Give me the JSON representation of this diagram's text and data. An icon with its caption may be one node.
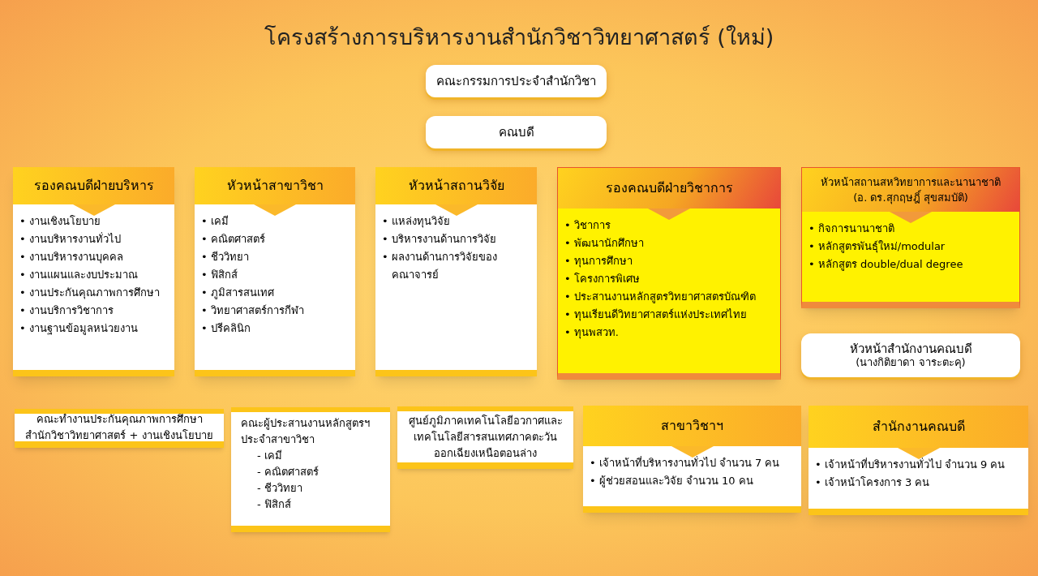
{
  "diagram": {
    "title": "โครงสร้างการบริหารงานสำนักวิชาวิทยาศาสตร์ (ใหม่)",
    "nodes": [
      {
        "text": [
          "คณะกรรมการประจำสำนักวิชา"
        ]
      },
      {
        "text": [
          "คณบดี"
        ]
      },
      {
        "text": [
          "รองคณบดีฝ่ายบริหาร",
          "• งานเชิงนโยบาย",
          "• งานบริหารงานทั่วไป",
          "• งานบริหารงานบุคคล",
          "• งานแผนและงบประมาณ",
          "• งานประกันคุณภาพการศึกษา",
          "• งานบริการวิชาการ",
          "• งานฐานข้อมูลหน่วยงาน"
        ]
      },
      {
        "text": [
          "หัวหน้าสาขาวิชา",
          "• เคมี",
          "• คณิตศาสตร์",
          "• ชีววิทยา",
          "• ฟิสิกส์",
          "• ภูมิสารสนเทศ",
          "• วิทยาศาสตร์การกีฬา",
          "• ปรีคลินิก"
        ]
      },
      {
        "text": [
          "หัวหน้าสถานวิจัย",
          "• แหล่งทุนวิจัย",
          "• บริหารงานด้านการวิจัย",
          "• ผลงานด้านการวิจัยของคณาจารย์"
        ]
      },
      {
        "text": [
          "รองคณบดีฝ่ายวิชาการ",
          "• วิชาการ",
          "• พัฒนานักศึกษา",
          "• ทุนการศึกษา",
          "• โครงการพิเศษ",
          "• ประสานงานหลักสูตรวิทยาศาสตรบัณฑิต",
          "• ทุนเรียนดีวิทยาศาสตร์แห่งประเทศไทย",
          "• ทุนพสวท."
        ]
      },
      {
        "text": [
          "หัวหน้าสถานสหวิทยาการและนานาชาติ",
          "(อ. ดร.สุกฤษฎิ์ สุขสมบัติ)",
          "• กิจการนานาชาติ",
          "• หลักสูตรพันธุ์ใหม่/modular",
          "• หลักสูตร double/dual degree"
        ]
      },
      {
        "text": [
          "หัวหน้าสำนักงานคณบดี",
          "(นางกิติยาดา จาระตะคุ)"
        ]
      },
      {
        "text": [
          "คณะทำงานประกันคุณภาพการศึกษา สำนักวิชาวิทยาศาสตร์ + งานเชิงนโยบาย"
        ]
      },
      {
        "text": [
          "คณะผู้ประสานงานหลักสูตรฯ ประจำสาขาวิชา",
          "- เคมี",
          "- คณิตศาสตร์",
          "- ชีววิทยา",
          "- ฟิสิกส์"
        ]
      },
      {
        "text": [
          "ศูนย์ภูมิภาคเทคโนโลยีอวกาศและเทคโนโลยีสารสนเทศภาคตะวันออกเฉียงเหนือตอนล่าง"
        ]
      },
      {
        "text": [
          "สาขาวิชาฯ",
          "• เจ้าหน้าที่บริหารงานทั่วไป จำนวน 7 คน",
          "• ผู้ช่วยสอนและวิจัย จำนวน 10 คน"
        ]
      },
      {
        "text": [
          "สำนักงานคณบดี",
          "• เจ้าหน้าที่บริหารงานทั่วไป จำนวน 9 คน",
          "• เจ้าหน้าโครงการ 3 คน"
        ]
      }
    ]
  }
}
